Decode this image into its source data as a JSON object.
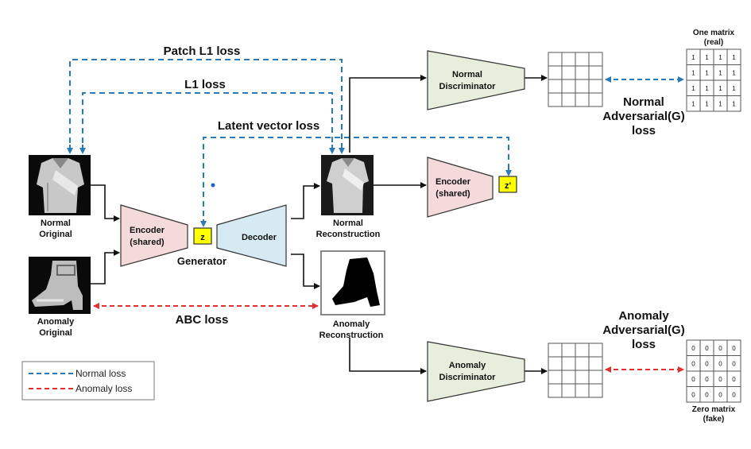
{
  "losses": {
    "patch_l1": "Patch L1 loss",
    "l1": "L1 loss",
    "latent_vector": "Latent vector loss",
    "abc": "ABC loss"
  },
  "inputs": {
    "normal_line1": "Normal",
    "normal_line2": "Original",
    "anomaly_line1": "Anomaly",
    "anomaly_line2": "Original"
  },
  "generator": {
    "encoder_line1": "Encoder",
    "encoder_line2": "(shared)",
    "z": "z",
    "decoder": "Decoder",
    "caption": "Generator"
  },
  "reconstructions": {
    "normal_line1": "Normal",
    "normal_line2": "Reconstruction",
    "anomaly_line1": "Anomaly",
    "anomaly_line2": "Reconstruction"
  },
  "encoder2": {
    "line1": "Encoder",
    "line2": "(shared)",
    "z_prime": "z'"
  },
  "discriminators": {
    "normal_line1": "Normal",
    "normal_line2": "Discriminator",
    "anomaly_line1": "Anomaly",
    "anomaly_line2": "Discriminator"
  },
  "adversarial": {
    "normal_line1": "Normal",
    "normal_line2": "Adversarial(G)",
    "normal_line3": "loss",
    "anomaly_line1": "Anomaly",
    "anomaly_line2": "Adversarial(G)",
    "anomaly_line3": "loss"
  },
  "matrices": {
    "one_title1": "One matrix",
    "one_title2": "(real)",
    "one_value": "1",
    "zero_title1": "Zero matrix",
    "zero_title2": "(fake)",
    "zero_value": "0"
  },
  "legend": {
    "normal": "Normal  loss",
    "anomaly": "Anomaly  loss"
  },
  "colors": {
    "normal_loss": "#2a7ab8",
    "anomaly_loss": "#e03030",
    "encoder_fill": "#f4dada",
    "decoder_fill": "#d6eaf4",
    "discriminator_fill": "#e8eedc",
    "z_fill": "#ffff00"
  }
}
